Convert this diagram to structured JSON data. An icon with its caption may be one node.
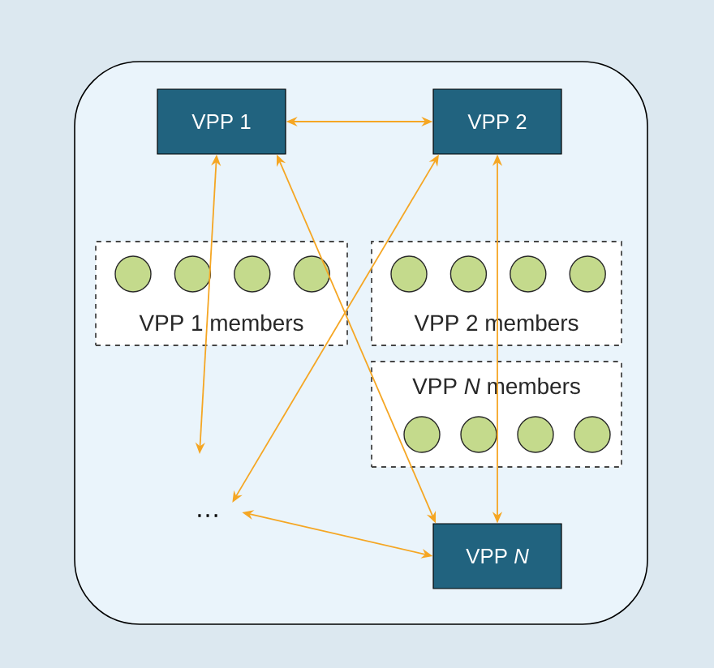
{
  "diagram": {
    "nodes": [
      {
        "text": [
          "VPP 1"
        ]
      },
      {
        "text": [
          "VPP 2"
        ]
      },
      {
        "text": [
          "VPP 1 members"
        ]
      },
      {
        "text": [],
        "shape": "circle",
        "in": 2
      },
      {
        "text": [],
        "shape": "circle",
        "in": 2
      },
      {
        "text": [],
        "shape": "circle",
        "in": 2
      },
      {
        "text": [],
        "shape": "circle",
        "in": 2
      },
      {
        "text": [
          "VPP 2 members"
        ]
      },
      {
        "text": [],
        "shape": "circle",
        "in": 7
      },
      {
        "text": [],
        "shape": "circle",
        "in": 7
      },
      {
        "text": [],
        "shape": "circle",
        "in": 7
      },
      {
        "text": [],
        "shape": "circle",
        "in": 7
      },
      {
        "text": [
          "VPP *N* members"
        ]
      },
      {
        "text": [],
        "shape": "circle",
        "in": 12
      },
      {
        "text": [],
        "shape": "circle",
        "in": 12
      },
      {
        "text": [],
        "shape": "circle",
        "in": 12
      },
      {
        "text": [],
        "shape": "circle",
        "in": 12
      },
      {
        "text": [
          "…"
        ]
      },
      {
        "text": [
          "VPP *N*"
        ]
      }
    ],
    "edges": [
      {
        "from": 0,
        "to": 1,
        "arrow": "both"
      },
      {
        "from": 0,
        "to": 17,
        "arrow": "both"
      },
      {
        "from": 0,
        "to": 18,
        "arrow": "both"
      },
      {
        "from": 1,
        "to": 17,
        "arrow": "both"
      },
      {
        "from": 1,
        "to": 18,
        "arrow": "both"
      },
      {
        "from": 17,
        "to": 18,
        "arrow": "both"
      }
    ]
  }
}
